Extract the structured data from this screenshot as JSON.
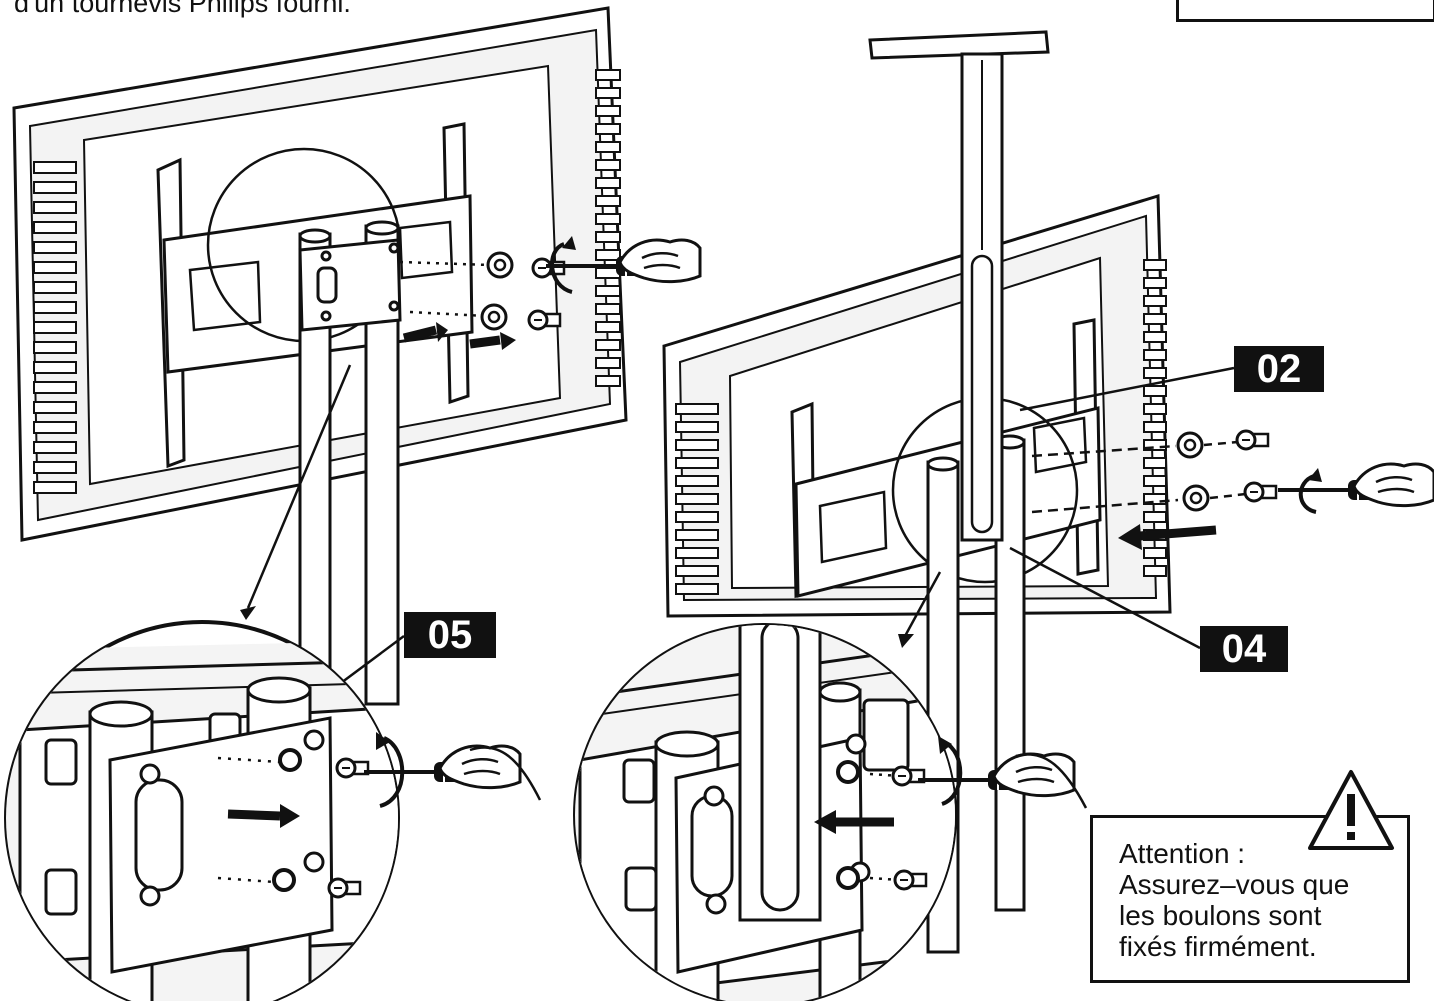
{
  "instructions": {
    "top_text": "d'un tournevis Philips fourni."
  },
  "labels": {
    "part_02": "02",
    "part_04": "04",
    "part_05": "05"
  },
  "note": {
    "line1": "Attention :",
    "line2": "Assurez–vous que",
    "line3": "les boulons sont",
    "line4": "fixés firmément."
  },
  "icons": {
    "warning": "warning-triangle-icon",
    "screwdriver": "screwdriver-icon",
    "rotate": "rotate-arrow-icon"
  },
  "colors": {
    "ink": "#111111",
    "panel": "#f2f2f2"
  }
}
